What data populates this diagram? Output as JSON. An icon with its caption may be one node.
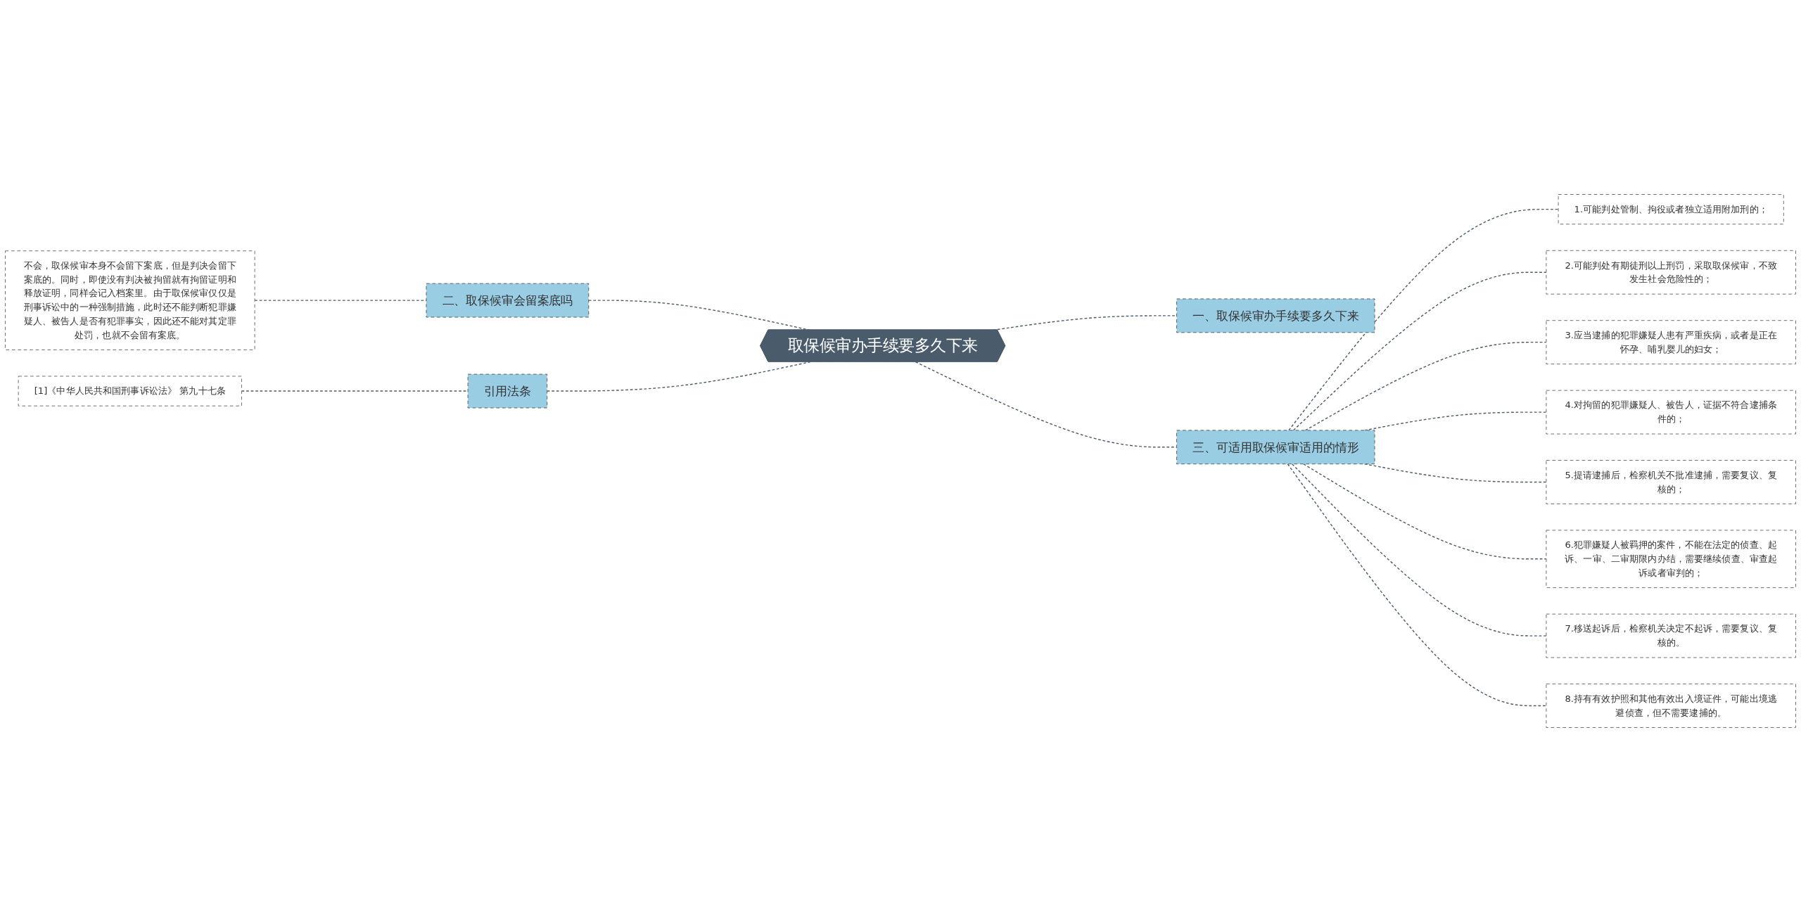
{
  "diagram": {
    "nodes": [
      {
        "text": [
          "取保候审办手续要多久下来"
        ]
      },
      {
        "text": [
          "一、取保候审办手续要多久下来"
        ]
      },
      {
        "text": [
          "二、取保候审会留案底吗"
        ]
      },
      {
        "text": [
          "不会，取保候审本身不会留下案底，但是判决会留下案底的。同时，即使没有判决被拘留就有拘留证明和释放证明，同样会记入档案里。由于取保候审仅仅是刑事诉讼中的一种强制措施，此时还不能判断犯罪嫌疑人、被告人是否有犯罪事实，因此还不能对其定罪处罚，也就不会留有案底。"
        ]
      },
      {
        "text": [
          "引用法条"
        ]
      },
      {
        "text": [
          "[1]《中华人民共和国刑事诉讼法》 第九十七条"
        ]
      },
      {
        "text": [
          "三、可适用取保候审适用的情形"
        ]
      },
      {
        "text": [
          "1.可能判处管制、拘役或者独立适用附加刑的；"
        ]
      },
      {
        "text": [
          "2.可能判处有期徒刑以上刑罚，采取取保候审，不致发生社会危险性的；"
        ]
      },
      {
        "text": [
          "3.应当逮捕的犯罪嫌疑人患有严重疾病，或者是正在怀孕、哺乳婴儿的妇女；"
        ]
      },
      {
        "text": [
          "4.对拘留的犯罪嫌疑人、被告人，证据不符合逮捕条件的；"
        ]
      },
      {
        "text": [
          "5.提请逮捕后，检察机关不批准逮捕，需要复议、复核的；"
        ]
      },
      {
        "text": [
          "6.犯罪嫌疑人被羁押的案件，不能在法定的侦查、起诉、一审、二审期限内办结，需要继续侦查、审查起诉或者审判的；"
        ]
      },
      {
        "text": [
          "7.移送起诉后，检察机关决定不起诉，需要复议、复核的。"
        ]
      },
      {
        "text": [
          "8.持有有效护照和其他有效出入境证件，可能出境逃避侦查，但不需要逮捕的。"
        ]
      }
    ],
    "edges": [
      {
        "from": 0,
        "to": 1,
        "arrow": "none",
        "style": "dashed"
      },
      {
        "from": 0,
        "to": 2,
        "arrow": "none",
        "style": "dashed"
      },
      {
        "from": 2,
        "to": 3,
        "arrow": "none",
        "style": "dashed"
      },
      {
        "from": 0,
        "to": 4,
        "arrow": "none",
        "style": "dashed"
      },
      {
        "from": 4,
        "to": 5,
        "arrow": "none",
        "style": "dashed"
      },
      {
        "from": 0,
        "to": 6,
        "arrow": "none",
        "style": "dashed"
      },
      {
        "from": 6,
        "to": 7,
        "arrow": "none",
        "style": "dashed"
      },
      {
        "from": 6,
        "to": 8,
        "arrow": "none",
        "style": "dashed"
      },
      {
        "from": 6,
        "to": 9,
        "arrow": "none",
        "style": "dashed"
      },
      {
        "from": 6,
        "to": 10,
        "arrow": "none",
        "style": "dashed"
      },
      {
        "from": 6,
        "to": 11,
        "arrow": "none",
        "style": "dashed"
      },
      {
        "from": 6,
        "to": 12,
        "arrow": "none",
        "style": "dashed"
      },
      {
        "from": 6,
        "to": 13,
        "arrow": "none",
        "style": "dashed"
      },
      {
        "from": 6,
        "to": 14,
        "arrow": "none",
        "style": "dashed"
      }
    ]
  }
}
